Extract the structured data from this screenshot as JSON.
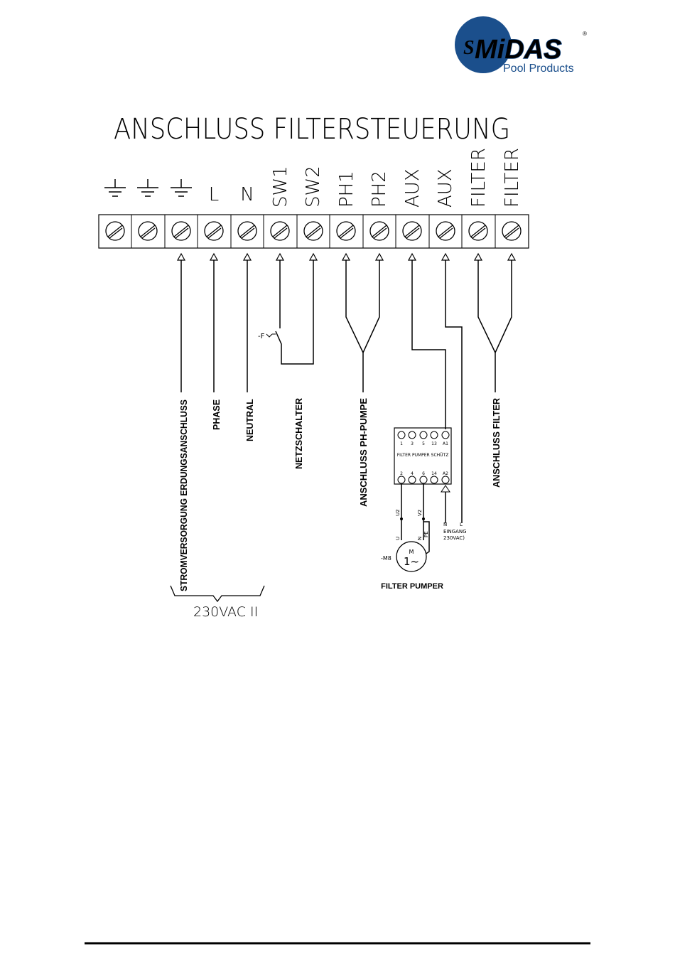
{
  "brand": {
    "logo_text": "MiDAS",
    "logo_mark": "S",
    "registered": "®",
    "tagline": "Pool Products",
    "color": "#1b4f8c"
  },
  "diagram": {
    "title": "ANSCHLUSS FILTERSTEUERUNG",
    "terminals": [
      "",
      "",
      "",
      "L",
      "N",
      "SW1",
      "SW2",
      "PH1",
      "PH2",
      "AUX",
      "AUX",
      "FILTER",
      "FILTER"
    ],
    "terminal_icons": [
      "ground-icon",
      "ground-icon",
      "ground-icon"
    ],
    "labels": {
      "earth": "STROMVERSORGUNG ERDUNGSANSCHLUSS",
      "phase": "PHASE",
      "neutral": "NEUTRAL",
      "switch": "NETZSCHALTER",
      "switch_symbol": "-F",
      "ph_pump": "ANSCHLUSS PH-PUMPE",
      "filter": "ANSCHLUSS FILTER",
      "supply": "230VAC II"
    },
    "contactor": {
      "top_terminals": [
        "1",
        "3",
        "5",
        "13",
        "A1"
      ],
      "name": "FILTER PUMPER SCHÜTZ",
      "bottom_terminals": [
        "2",
        "4",
        "6",
        "14",
        "A2"
      ],
      "wire_u2": "U2",
      "wire_v2": "V2",
      "wire_u": "U",
      "wire_n": "N",
      "wire_pe": "PE",
      "input_n": "N",
      "input_l": "L",
      "input_label": "EINGANG",
      "input_voltage": "230VAC)"
    },
    "motor": {
      "tag": "-M8",
      "letter": "M",
      "phase": "1~",
      "name": "FILTER PUMPER"
    }
  }
}
